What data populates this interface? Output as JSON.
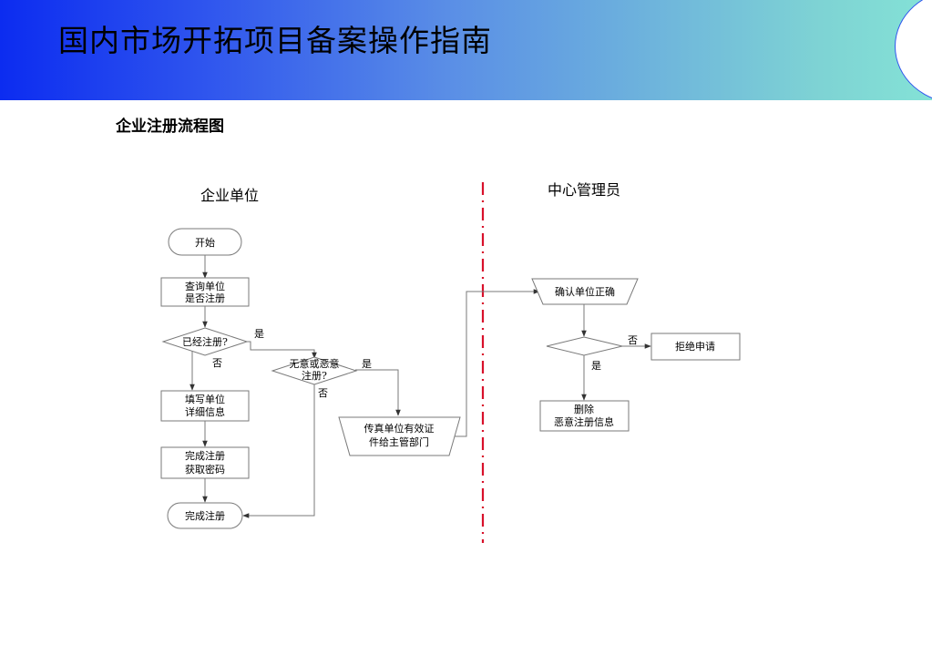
{
  "header": {
    "title": "国内市场开拓项目备案操作指南"
  },
  "subtitle": "企业注册流程图",
  "lanes": {
    "left": "企业单位",
    "right": "中心管理员"
  },
  "nodes": {
    "start": "开始",
    "query_1": "查询单位",
    "query_2": "是否注册",
    "registered": "已经注册?",
    "fill_1": "填写单位",
    "fill_2": "详细信息",
    "complete_1": "完成注册",
    "complete_2": "获取密码",
    "end": "完成注册",
    "malicious_1": "无意或恶意",
    "malicious_2": "注册?",
    "fax_1": "传真单位有效证",
    "fax_2": "件给主管部门",
    "confirm": "确认单位正确",
    "reject": "拒绝申请",
    "delete_1": "删除",
    "delete_2": "恶意注册信息"
  },
  "edge_labels": {
    "registered_yes": "是",
    "registered_no": "否",
    "malicious_yes": "是",
    "malicious_no": "否",
    "confirm_no": "否",
    "confirm_yes": "是"
  },
  "colors": {
    "banner_start": "#0c2cf0",
    "banner_end": "#84e2d6",
    "divider": "#d8102a",
    "connector": "#7a7a7a"
  }
}
